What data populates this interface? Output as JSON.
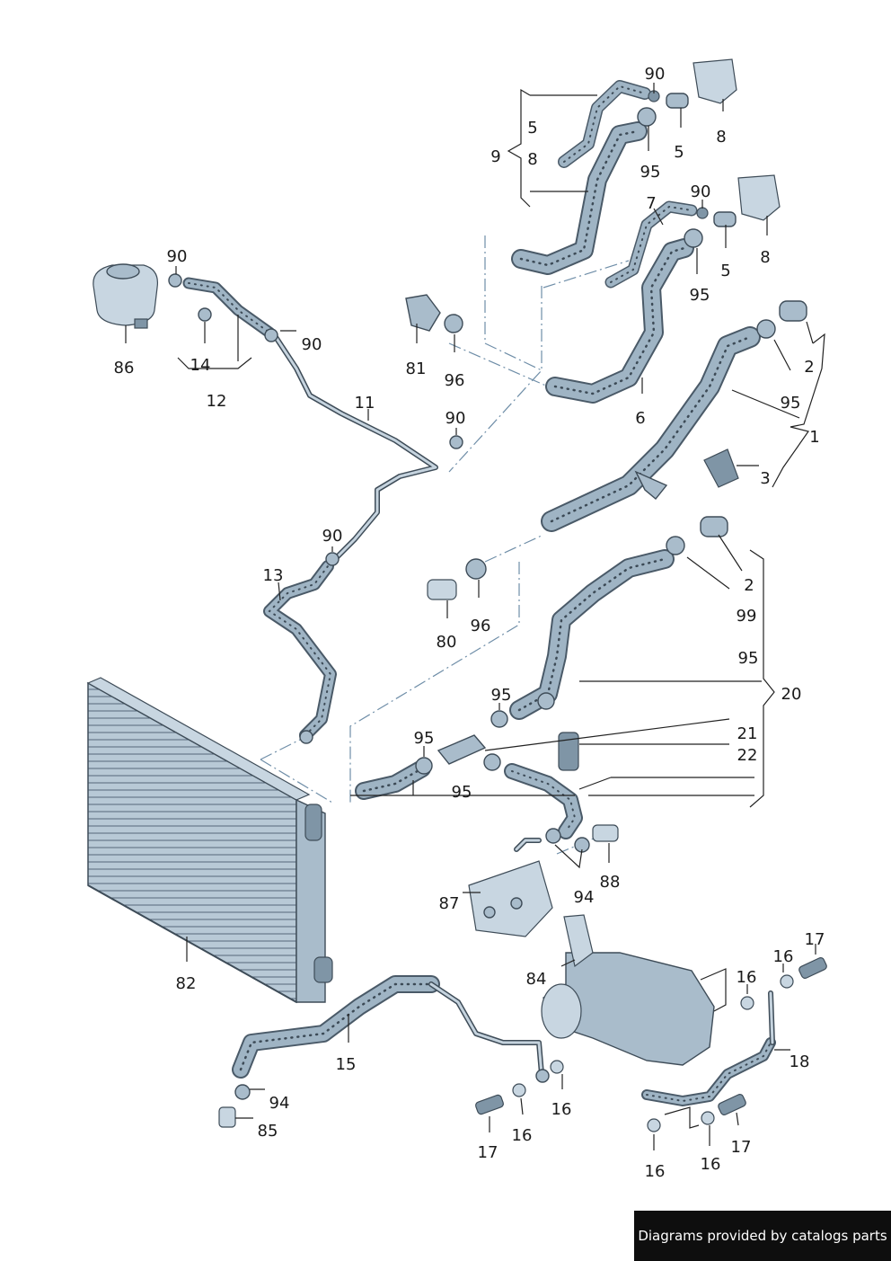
{
  "labels": {
    "l90a": "90",
    "l5a": "5",
    "l9": "9",
    "l8a": "8",
    "l8b": "8",
    "l95a": "95",
    "l5b": "5",
    "l7": "7",
    "l90b": "90",
    "l8c": "8",
    "l5c": "5",
    "l95b": "95",
    "l90c": "90",
    "l86": "86",
    "l14": "14",
    "l12": "12",
    "l90d": "90",
    "l81": "81",
    "l96a": "96",
    "l6": "6",
    "l2a": "2",
    "l95c": "95",
    "l1": "1",
    "l11": "11",
    "l90e": "90",
    "l3": "3",
    "l90f": "90",
    "l13": "13",
    "l80": "80",
    "l96b": "96",
    "l2b": "2",
    "l99": "99",
    "l95d": "95",
    "l20": "20",
    "l95e": "95",
    "l95f": "95",
    "l21": "21",
    "l22": "22",
    "l95g": "95",
    "l88": "88",
    "l87": "87",
    "l94a": "94",
    "l82": "82",
    "l84": "84",
    "l17a": "17",
    "l16a": "16",
    "l16b": "16",
    "l18": "18",
    "l15": "15",
    "l94b": "94",
    "l85": "85",
    "l16c": "16",
    "l16d": "16",
    "l17b": "17",
    "l16e": "16",
    "l16f": "16",
    "l17c": "17"
  },
  "watermark": "Diagrams provided by catalogs parts",
  "colors": {
    "hose": "#a9bccb",
    "outline": "#3e4c58",
    "dashline": "#6f8ea8"
  }
}
